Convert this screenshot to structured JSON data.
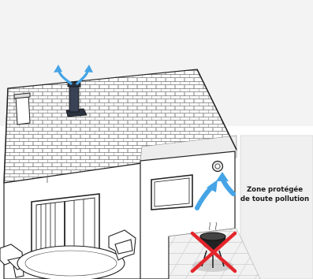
{
  "callout": {
    "line1": "Zone protégée",
    "line2": "de toute pollution"
  },
  "colors": {
    "arrow_blue": "#45a4e6",
    "no_symbol_red": "#e3262b",
    "roof_shade": "#e6e6e6",
    "terrace_tile": "#eeeeee",
    "outline": "#2a2a2a"
  },
  "icons": {
    "airflow": "curved-arrow",
    "prohibited": "red-cross",
    "bbq": "barbecue-grill"
  }
}
